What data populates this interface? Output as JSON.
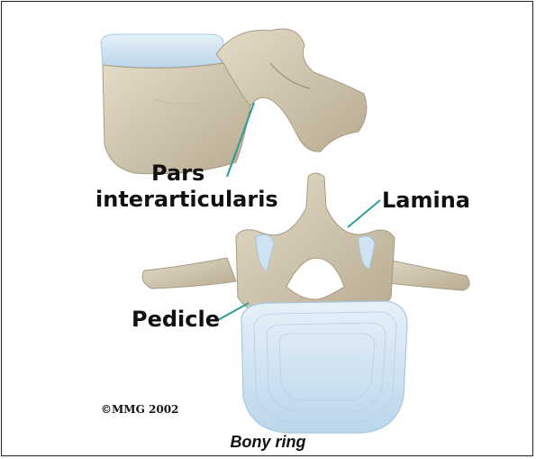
{
  "labels": {
    "pars_line1": "Pars",
    "pars_line2": "interarticularis",
    "lamina": "Lamina",
    "pedicle": "Pedicle"
  },
  "copyright": "©MMG 2002",
  "caption": "Bony ring",
  "colors": {
    "bone": "#d6ccb6",
    "bone_shadow": "#b8ab92",
    "disc": "#cfe3f2",
    "disc_edge": "#a9c8e0",
    "leader_line": "#2a9d96",
    "border": "#222222"
  }
}
